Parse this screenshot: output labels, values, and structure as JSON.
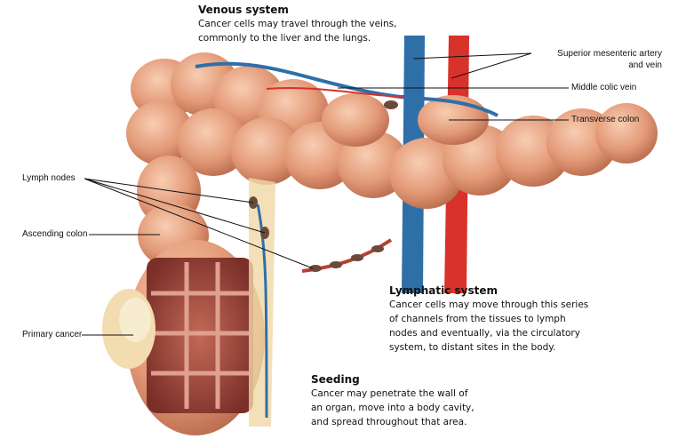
{
  "callouts": {
    "venous": {
      "title": "Venous system",
      "lines": [
        "Cancer cells may travel through the veins,",
        "commonly to the liver and the lungs."
      ]
    },
    "lymphatic": {
      "title": "Lymphatic system",
      "lines": [
        "Cancer cells may move through this series",
        "of channels from the tissues to lymph",
        "nodes and eventually, via the circulatory",
        "system, to distant sites in the body."
      ]
    },
    "seeding": {
      "title": "Seeding",
      "lines": [
        "Cancer may penetrate the wall of",
        "an organ, move into a body cavity,",
        "and spread throughout that area."
      ]
    }
  },
  "labels": {
    "superior_mesenteric": [
      "Superior mesenteric artery",
      "and vein"
    ],
    "middle_colic_vein": "Middle colic vein",
    "transverse_colon": "Transverse colon",
    "lymph_nodes": "Lymph nodes",
    "ascending_colon": "Ascending colon",
    "primary_cancer": "Primary cancer"
  },
  "colors": {
    "colon": "#e8a080",
    "vein": "#2f6fa8",
    "artery": "#d8322a",
    "node": "#6b4a3a"
  }
}
